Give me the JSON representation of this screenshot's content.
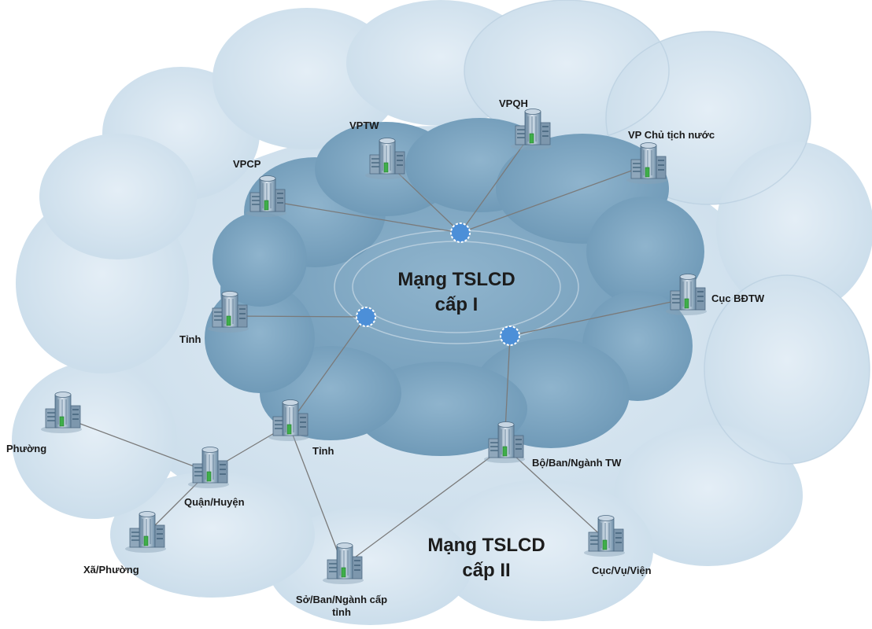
{
  "core_network": {
    "title_line1": "Mạng TSLCD",
    "title_line2": "cấp I"
  },
  "edge_network": {
    "title_line1": "Mạng TSLCD",
    "title_line2": "cấp II"
  },
  "nodes": {
    "vpcp": "VPCP",
    "vptw": "VPTW",
    "vpqh": "VPQH",
    "vp_chu_tich_nuoc": "VP Chủ tịch nước",
    "cuc_bdtw": "Cục BĐTW",
    "tinh_core": "Tỉnh",
    "tinh_edge": "Tỉnh",
    "bo_ban_nganh_tw": "Bộ/Ban/Ngành TW",
    "phuong": "Phường",
    "quan_huyen": "Quận/Huyện",
    "xa_phuong": "Xã/Phường",
    "so_ban_nganh_line1": "Sở/Ban/Ngành cấp",
    "so_ban_nganh_line2": "tỉnh",
    "cuc_vu_vien": "Cục/Vụ/Viện"
  },
  "colors": {
    "outer_cloud": "#d6e6f1",
    "inner_cloud": "#7ea7c3",
    "hub": "#4c8fd8",
    "link": "#7a7a7a"
  },
  "icons": {
    "node": "server-building-icon",
    "hub": "router-hub-icon"
  }
}
